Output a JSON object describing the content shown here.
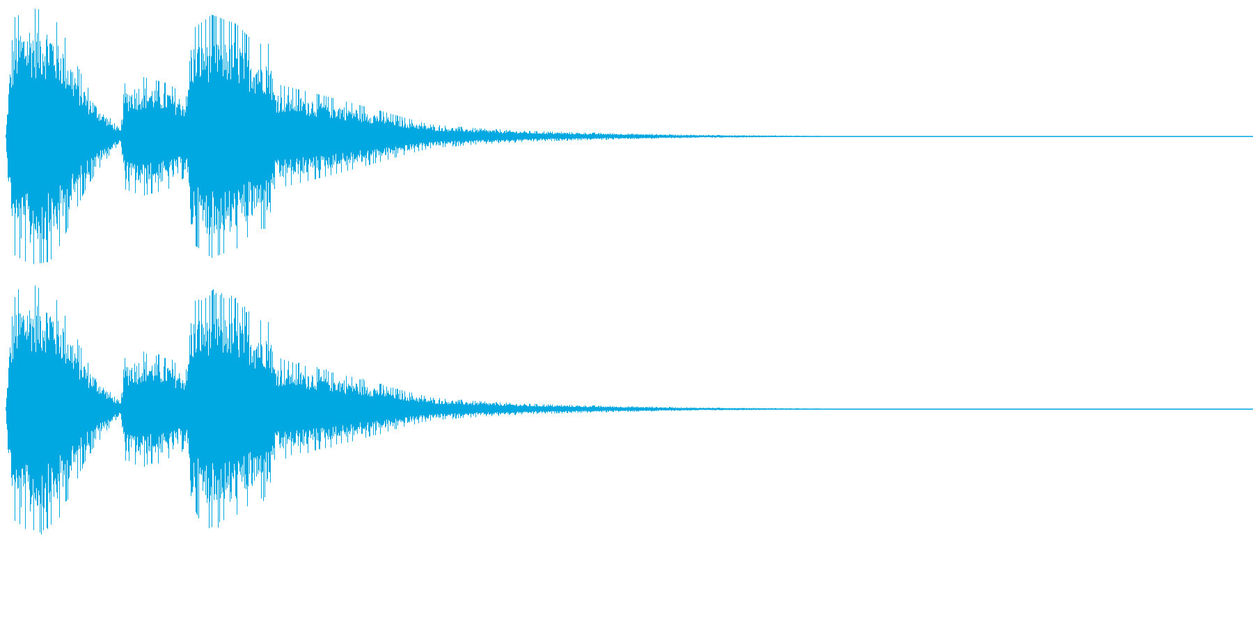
{
  "waveform": {
    "color": "#00a8e2",
    "background": "#ffffff",
    "channel_count": 2,
    "channels": [
      {
        "name": "left"
      },
      {
        "name": "right"
      }
    ],
    "envelope": [
      {
        "t": 0.0,
        "a": 0.02
      },
      {
        "t": 0.003,
        "a": 0.55
      },
      {
        "t": 0.007,
        "a": 0.9
      },
      {
        "t": 0.02,
        "a": 0.97
      },
      {
        "t": 0.035,
        "a": 0.95
      },
      {
        "t": 0.045,
        "a": 0.8
      },
      {
        "t": 0.055,
        "a": 0.58
      },
      {
        "t": 0.065,
        "a": 0.38
      },
      {
        "t": 0.075,
        "a": 0.24
      },
      {
        "t": 0.085,
        "a": 0.12
      },
      {
        "t": 0.092,
        "a": 0.05
      },
      {
        "t": 0.095,
        "a": 0.4
      },
      {
        "t": 0.11,
        "a": 0.45
      },
      {
        "t": 0.13,
        "a": 0.4
      },
      {
        "t": 0.145,
        "a": 0.3
      },
      {
        "t": 0.148,
        "a": 0.8
      },
      {
        "t": 0.165,
        "a": 0.92
      },
      {
        "t": 0.185,
        "a": 0.85
      },
      {
        "t": 0.2,
        "a": 0.7
      },
      {
        "t": 0.212,
        "a": 0.7
      },
      {
        "t": 0.215,
        "a": 0.4
      },
      {
        "t": 0.25,
        "a": 0.32
      },
      {
        "t": 0.29,
        "a": 0.22
      },
      {
        "t": 0.32,
        "a": 0.14
      },
      {
        "t": 0.34,
        "a": 0.09
      },
      {
        "t": 0.38,
        "a": 0.06
      },
      {
        "t": 0.42,
        "a": 0.04
      },
      {
        "t": 0.48,
        "a": 0.025
      },
      {
        "t": 0.55,
        "a": 0.012
      },
      {
        "t": 0.62,
        "a": 0.006
      },
      {
        "t": 0.66,
        "a": 0.003
      },
      {
        "t": 0.67,
        "a": 0.0
      },
      {
        "t": 1.0,
        "a": 0.0
      }
    ]
  }
}
